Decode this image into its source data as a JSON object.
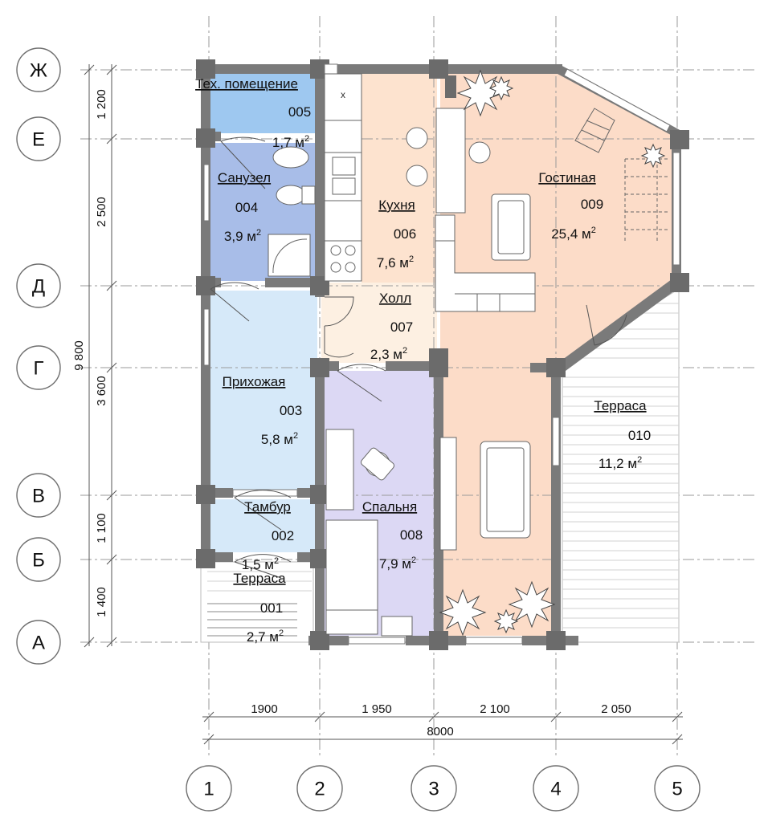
{
  "plan": {
    "axes_horizontal": [
      "Ж",
      "Е",
      "Д",
      "Г",
      "В",
      "Б",
      "А"
    ],
    "axes_vertical": [
      "1",
      "2",
      "3",
      "4",
      "5"
    ],
    "dims_left": [
      "1 200",
      "2 500",
      "3 600",
      "1 100",
      "1 400"
    ],
    "dim_left_total": "9 800",
    "dims_bottom": [
      "1900",
      "1 950",
      "2 100",
      "2 050"
    ],
    "dim_bottom_total": "8000",
    "rooms": [
      {
        "name": "Терраса",
        "num": "001",
        "area": "2,7 м"
      },
      {
        "name": "Тамбур",
        "num": "002",
        "area": "1,5 м"
      },
      {
        "name": "Прихожая",
        "num": "003",
        "area": "5,8 м"
      },
      {
        "name": "Санузел",
        "num": "004",
        "area": "3,9 м"
      },
      {
        "name": "Тех. помещение",
        "num": "005",
        "area": "1,7 м"
      },
      {
        "name": "Кухня",
        "num": "006",
        "area": "7,6 м"
      },
      {
        "name": "Холл",
        "num": "007",
        "area": "2,3 м"
      },
      {
        "name": "Спальня",
        "num": "008",
        "area": "7,9 м"
      },
      {
        "name": "Гостиная",
        "num": "009",
        "area": "25,4 м"
      },
      {
        "name": "Терраса",
        "num": "010",
        "area": "11,2 м"
      }
    ],
    "area_superscript": "2",
    "colors": {
      "tech_room": "#9ec8f0",
      "bathroom": "#a8bde8",
      "hallway": "#d6e9f9",
      "vestibule": "#d6e9f9",
      "kitchen": "#fde3cf",
      "hall": "#fdf0e2",
      "bedroom": "#dcd8f4",
      "living": "#fcdcc8",
      "terrace": "#ffffff",
      "wall": "#7a7a7a"
    }
  }
}
